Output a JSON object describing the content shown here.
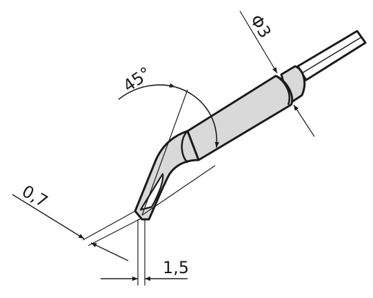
{
  "diagram": {
    "tip_colors": {
      "body_fill": "#d9d9d9",
      "outline": "#1a1a1a",
      "background": "#ffffff"
    },
    "dimensions": {
      "angle_label": "45°",
      "diameter_label": "Φ3",
      "thickness_label": "0,7",
      "width_label": "1,5"
    }
  }
}
